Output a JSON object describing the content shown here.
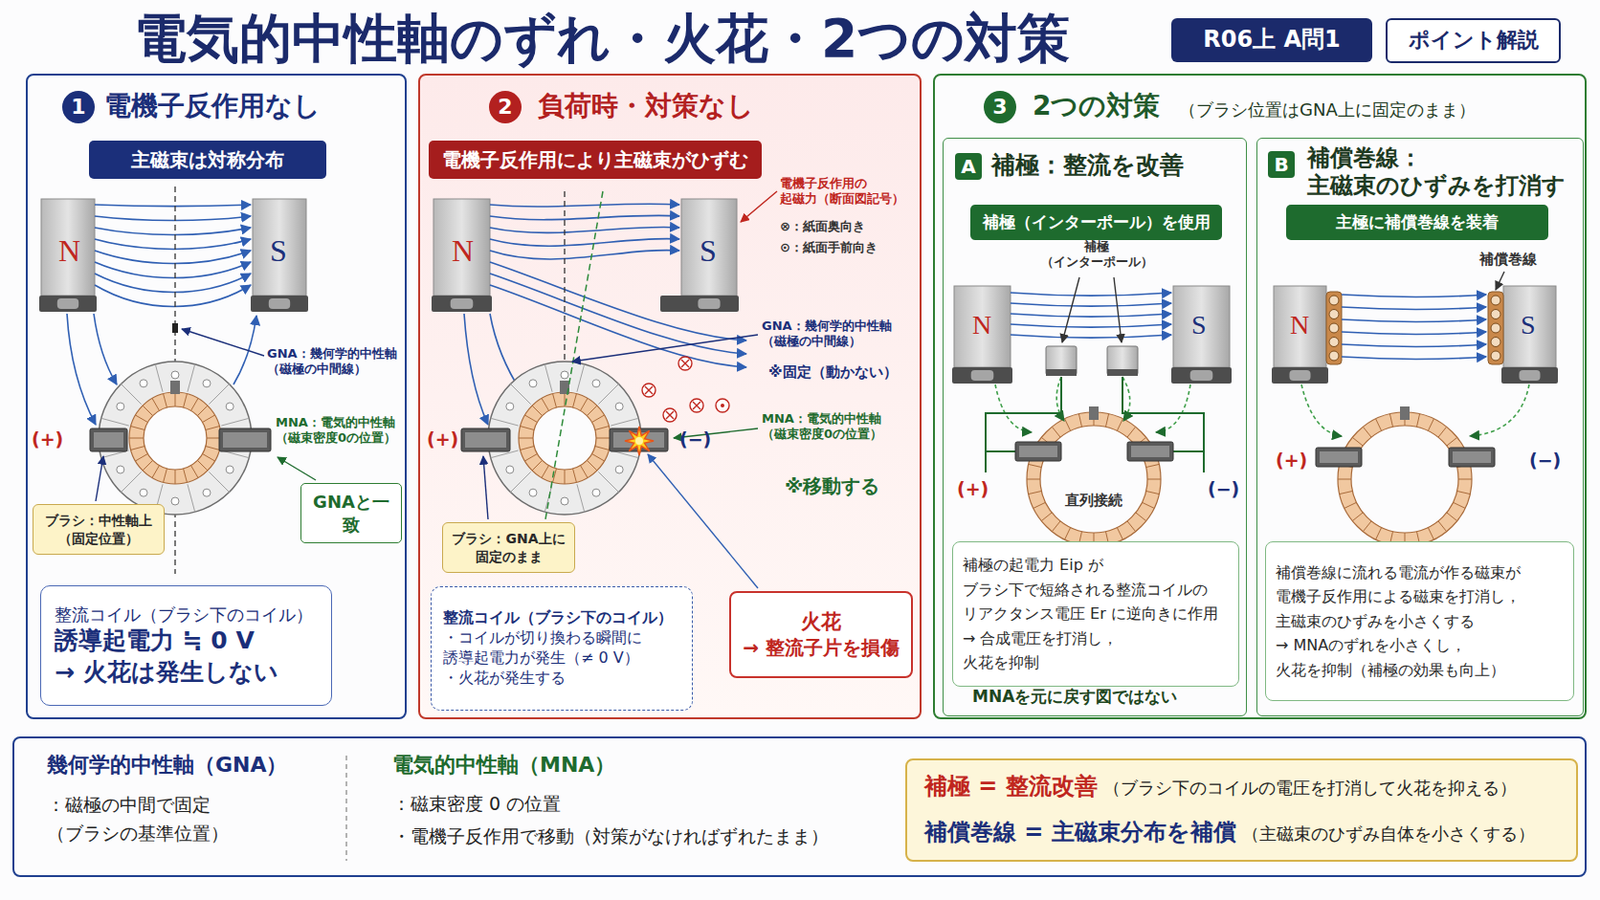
{
  "diagram": {
    "title": "電気的中性軸のずれ・火花・2つの対策",
    "nodes": [
      {
        "text": [
          "R06上 A問1"
        ]
      },
      {
        "text": [
          "ポイント解説"
        ]
      },
      {
        "text": [
          "1",
          "電機子反作用なし"
        ]
      },
      {
        "text": [
          "主磁束は対称分布"
        ],
        "in": 2
      },
      {
        "text": [
          "GNAと一致"
        ],
        "in": 2
      },
      {
        "text": [
          "ブラシ：中性軸上 （固定位置）"
        ],
        "in": 2
      },
      {
        "text": [
          "整流コイル（ブラシ下のコイル）",
          "誘導起電力 ≒ 0 V",
          "→ 火花は発生しない"
        ],
        "in": 2
      },
      {
        "text": [
          "2",
          "負荷時・対策なし"
        ]
      },
      {
        "text": [
          "電機子反作用により主磁束がひずむ"
        ],
        "in": 7
      },
      {
        "text": [
          "ブラシ：GNA上に 固定のまま"
        ],
        "in": 7
      },
      {
        "text": [
          "整流コイル（ブラシ下のコイル）",
          "・コイルが切り換わる瞬間に 誘導起電力が発生（≠ 0 V）",
          "・火花が発生する"
        ],
        "in": 7
      },
      {
        "text": [
          "火花",
          "→ 整流子片を損傷"
        ],
        "in": 7
      },
      {
        "text": [
          "3",
          "2つの対策",
          "（ブラシ位置はGNA上に固定のまま）"
        ]
      },
      {
        "text": [
          "A",
          "補極：整流を改善"
        ],
        "in": 12
      },
      {
        "text": [
          "補極（インターポール）を使用"
        ],
        "in": 13
      },
      {
        "text": [
          "補極の起電力 Eip が ブラシ下で短絡される整流コイルの リアクタンス電圧 Er に逆向きに作用",
          "→ 合成電圧を打消し，火花を抑制"
        ],
        "in": 13
      },
      {
        "text": [
          "B",
          "補償巻線： 主磁束のひずみを打消す"
        ],
        "in": 12
      },
      {
        "text": [
          "主極に補償巻線を装着"
        ],
        "in": 16
      },
      {
        "text": [
          "補償巻線に流れる電流が作る磁束が 電機子反作用による磁束を打消し， 主磁束のひずみを小さくする",
          "→ MNAのずれを小さくし， 火花を抑制（補極の効果も向上）"
        ],
        "in": 16
      },
      {
        "text": [
          "幾何学的中性軸（GNA）",
          "：磁極の中間で固定 （ブラシの基準位置）",
          "電気的中性軸（MNA）",
          "：磁束密度 0 の位置",
          "・電機子反作用で移動（対策がなければずれたまま）"
        ]
      },
      {
        "text": [
          "補極 = 整流改善",
          "（ブラシ下のコイルの電圧を打消して火花を抑える）",
          "補償巻線 = 主磁束分布を補償",
          "（主磁束のひずみ自体を小さくする）"
        ],
        "in": 19
      }
    ],
    "labels": [
      "N",
      "S",
      "GNA：幾何学的中性軸 （磁極の中間線）",
      "MNA：電気的中性軸 （磁束密度0の位置）",
      "(+)",
      "N",
      "S",
      "電機子反作用の 起磁力（断面図記号）",
      "⊗：紙面奥向き",
      "⊙：紙面手前向き",
      "GNA：幾何学的中性軸 （磁極の中間線）",
      "※固定（動かない）",
      "MNA：電気的中性軸 （磁束密度0の位置）",
      "※移動する",
      "(+)",
      "(−)",
      "補極 （インターポール）",
      "N",
      "S",
      "直列接続",
      "(+)",
      "(−)",
      "MNAを元に戻す図ではない",
      "補償巻線",
      "N",
      "S",
      "(+)",
      "(−)"
    ]
  }
}
